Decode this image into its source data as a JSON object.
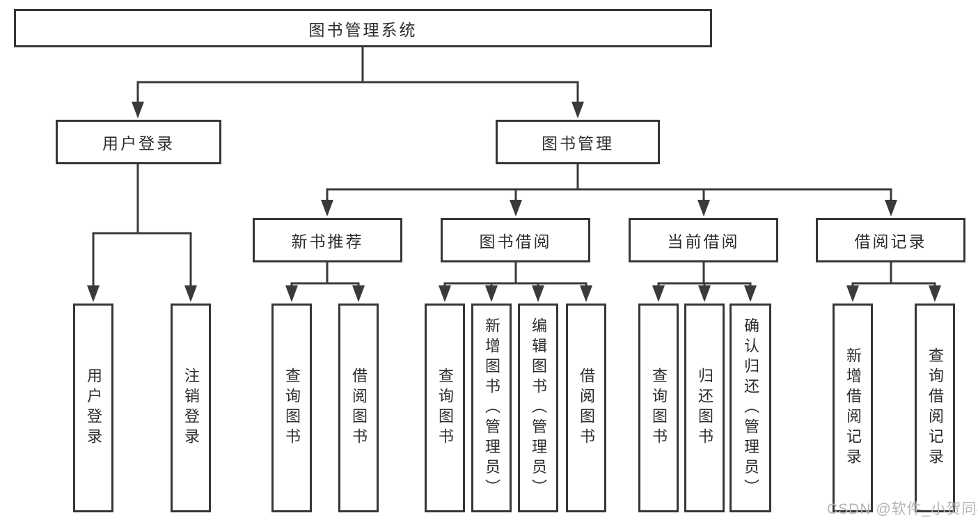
{
  "tree": {
    "root": "图书管理系统",
    "branches": [
      {
        "label": "用户登录",
        "leaves": [
          {
            "label": "用户登录"
          },
          {
            "label": "注销登录"
          }
        ]
      },
      {
        "label": "图书管理",
        "children": [
          {
            "label": "新书推荐",
            "leaves": [
              {
                "label": "查询图书"
              },
              {
                "label": "借阅图书"
              }
            ]
          },
          {
            "label": "图书借阅",
            "leaves": [
              {
                "label": "查询图书"
              },
              {
                "label": "新增图书（管理员）"
              },
              {
                "label": "编辑图书（管理员）"
              },
              {
                "label": "借阅图书"
              }
            ]
          },
          {
            "label": "当前借阅",
            "leaves": [
              {
                "label": "查询图书"
              },
              {
                "label": "归还图书"
              },
              {
                "label": "确认归还（管理员）"
              }
            ]
          },
          {
            "label": "借阅记录",
            "leaves": [
              {
                "label": "新增借阅记录"
              },
              {
                "label": "查询借阅记录"
              }
            ]
          }
        ]
      }
    ]
  },
  "watermark": {
    "text": "CSDN @软件_小贺同学"
  },
  "colors": {
    "line": "#3a3a3a",
    "box_border": "#363636",
    "text": "#2d2d2d",
    "watermark": "#b5b5b5",
    "background": "#ffffff"
  }
}
